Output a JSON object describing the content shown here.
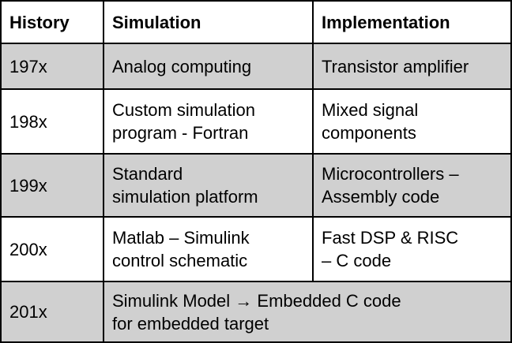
{
  "table": {
    "headers": [
      "History",
      "Simulation",
      "Implementation"
    ],
    "rows": [
      {
        "history": "197x",
        "simulation": "Analog computing",
        "implementation": "Transistor amplifier"
      },
      {
        "history": "198x",
        "simulation": "Custom simulation\nprogram - Fortran",
        "implementation": "Mixed signal\ncomponents"
      },
      {
        "history": "199x",
        "simulation": "Standard\nsimulation platform",
        "implementation": "Microcontrollers –\nAssembly code"
      },
      {
        "history": "200x",
        "simulation": "Matlab – Simulink\ncontrol schematic",
        "implementation": "Fast DSP & RISC\n– C code"
      },
      {
        "history": "201x",
        "merged": "Simulink Model → Embedded C code\nfor embedded target"
      }
    ]
  },
  "colors": {
    "shaded_row": "#d0d0d0",
    "border": "#000000",
    "text": "#000000"
  }
}
